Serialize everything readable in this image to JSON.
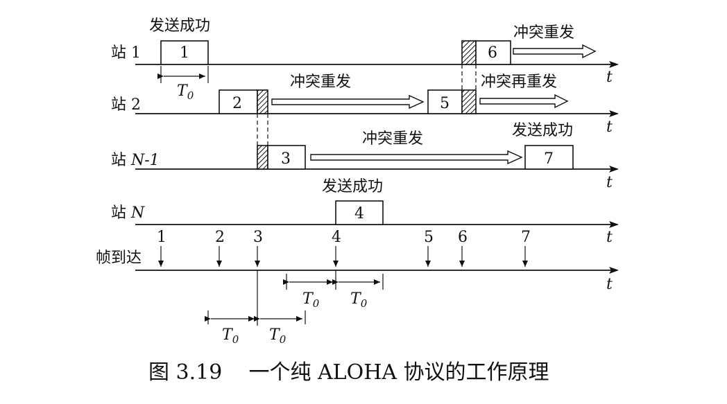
{
  "stations": [
    {
      "label": "站 1",
      "italic_part": ""
    },
    {
      "label": "站 2",
      "italic_part": ""
    },
    {
      "label": "站 ",
      "italic_part": "N-1"
    },
    {
      "label": "站 ",
      "italic_part": "N"
    }
  ],
  "arrival_row_label": "帧到达",
  "time_axis_label": "t",
  "frames": [
    "1",
    "2",
    "3",
    "4",
    "5",
    "6",
    "7"
  ],
  "arrival_numbers": [
    "1",
    "2",
    "3",
    "4",
    "5",
    "6",
    "7"
  ],
  "annotations": {
    "success": "发送成功",
    "collision_resend": "冲突重发",
    "collision_resend_again": "冲突再重发"
  },
  "period_label_main": "T",
  "period_label_sub": "0",
  "caption": "图 3.19    一个纯 ALOHA 协议的工作原理"
}
